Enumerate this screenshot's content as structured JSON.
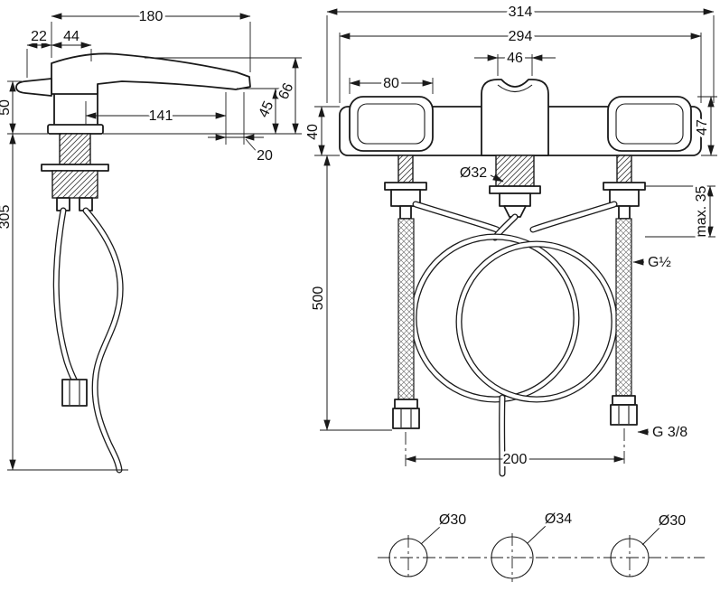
{
  "drawing": {
    "side": {
      "d180": "180",
      "d22": "22",
      "d44": "44",
      "d50": "50",
      "d141": "141",
      "d20": "20",
      "d45": "45",
      "d66": "66",
      "d305": "305"
    },
    "front": {
      "d314": "314",
      "d294": "294",
      "d46": "46",
      "d80": "80",
      "d40": "40",
      "d47": "47",
      "d32": "Ø32",
      "dmax35": "max. 35",
      "d500": "500",
      "dg12": "G½",
      "d200": "200",
      "dg38": "G 3/8"
    },
    "bottom": {
      "dleft": "Ø30",
      "dcenter": "Ø34",
      "dright": "Ø30"
    }
  }
}
